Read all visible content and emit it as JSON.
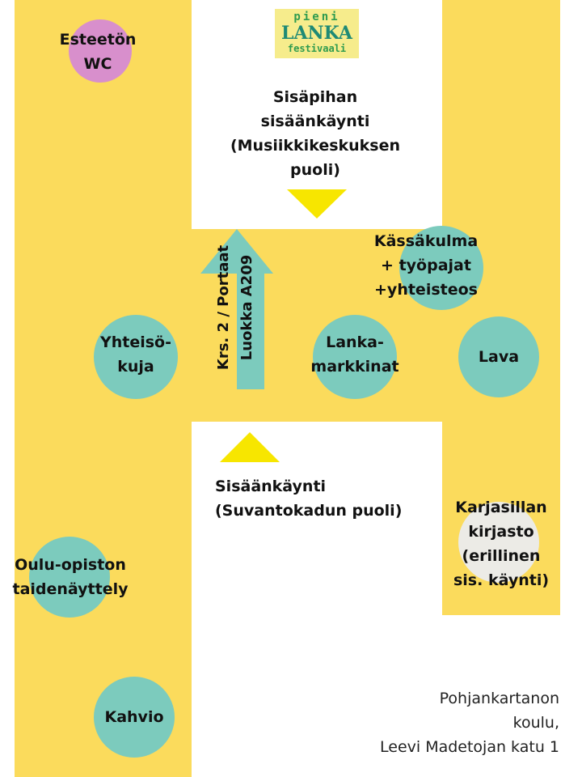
{
  "logo": {
    "line1": "pieni",
    "line2": "LANKA",
    "line3": "festivaali"
  },
  "entrances": {
    "courtyard": "Sisäpihan\nsisäänkäynti\n(Musiikkikeskuksen\npuoli)",
    "street": "Sisäänkäynti\n(Suvantokadun puoli)"
  },
  "stairs": "Krs. 2 / Portaat\nLuokka A209",
  "locations": {
    "wc": "Esteetön\nWC",
    "kassakulma": "Kässäkulma\n+ työpajat\n+yhteisteos",
    "yhteisokuja": "Yhteisö-\nkuja",
    "lankamarkkinat": "Lanka-\nmarkkinat",
    "lava": "Lava",
    "kirjasto": "Karjasillan\nkirjasto\n(erillinen\nsis. käynti)",
    "opisto": "Oulu-opiston\ntaidenäyttely",
    "kahvio": "Kahvio"
  },
  "address": "Pohjankartanon\nkoulu,\nLeevi Madetojan katu 1",
  "colors": {
    "area": "#fbdb5c",
    "spot": "#7ccbbd",
    "wc": "#d88fcc",
    "library": "#ecebe6",
    "entrance_marker": "#f7e600"
  }
}
